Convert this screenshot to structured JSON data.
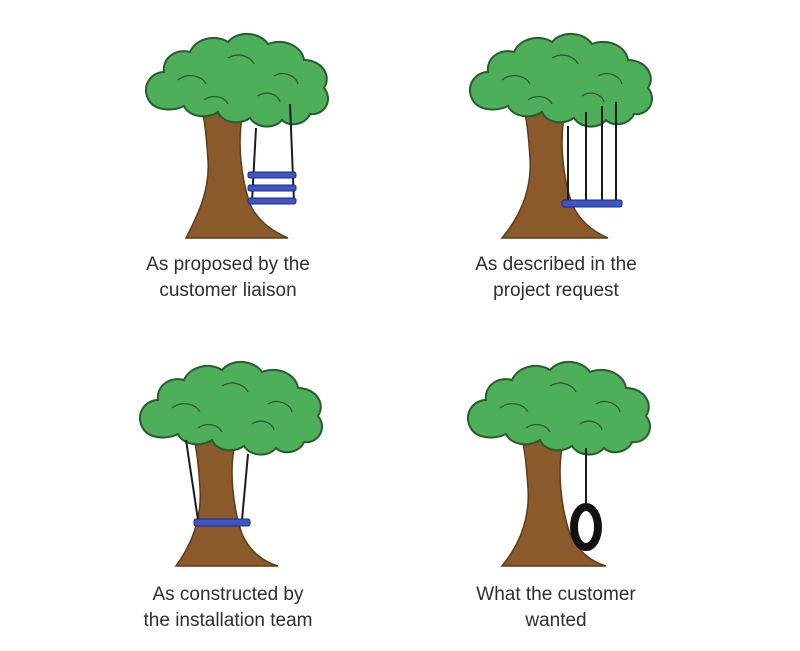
{
  "panels": [
    {
      "id": "proposed",
      "caption": [
        "As proposed by the",
        "customer liaison"
      ],
      "swing": "triple-seat-swing"
    },
    {
      "id": "described",
      "caption": [
        "As described in the",
        "project request"
      ],
      "swing": "four-rope-swing"
    },
    {
      "id": "constructed",
      "caption": [
        "As constructed by",
        "the installation team"
      ],
      "swing": "swing-around-trunk"
    },
    {
      "id": "wanted",
      "caption": [
        "What the customer",
        "wanted"
      ],
      "swing": "tire-swing"
    }
  ],
  "colors": {
    "foliage": "#4daf5a",
    "foliage_outline": "#2b5a2f",
    "trunk": "#8b5a2b",
    "trunk_outline": "#5e3a18",
    "seat": "#3d55c8",
    "rope": "#1c1c1c",
    "tire": "#111111",
    "text": "#2e2e2e"
  }
}
